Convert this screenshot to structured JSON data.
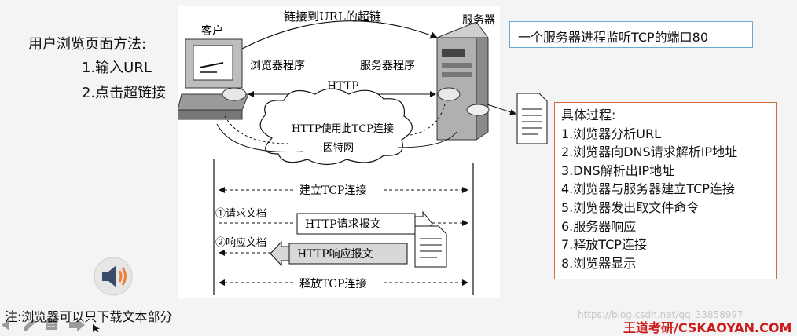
{
  "left": {
    "title": "用户浏览页面方法:",
    "steps": [
      "1.输入URL",
      "2.点击超链接"
    ]
  },
  "diagram": {
    "client_label": "客户",
    "server_label": "服务器",
    "hyperlink_label": "链接到URL的超链",
    "browser_label": "浏览器程序",
    "server_program_label": "服务器程序",
    "http_label": "HTTP",
    "cloud_line1": "HTTP使用此TCP连接",
    "cloud_line2": "因特网",
    "establish_label": "建立TCP连接",
    "request_doc": "①请求文档",
    "request_msg": "HTTP请求报文",
    "response_doc": "②响应文档",
    "response_msg": "HTTP响应报文",
    "release_label": "释放TCP连接"
  },
  "callout": "一个服务器进程监听TCP的端口80",
  "process": {
    "title": "具体过程:",
    "items": [
      "1.浏览器分析URL",
      "2.浏览器向DNS请求解析IP地址",
      "3.DNS解析出IP地址",
      "4.浏览器与服务器建立TCP连接",
      "5.浏览器发出取文件命令",
      "6.服务器响应",
      "7.释放TCP连接",
      "8.浏览器显示"
    ]
  },
  "note": "注:浏览器可以只下载文本部分",
  "watermark": "https://blog.csdn.net/qq_33858997",
  "brand": "王道考研/CSKAOYAN.COM",
  "colors": {
    "callout_border": "#6aa8d8",
    "process_border": "#d86a3a",
    "brand": "#cc1b1b",
    "speaker_orange": "#e8823a"
  }
}
